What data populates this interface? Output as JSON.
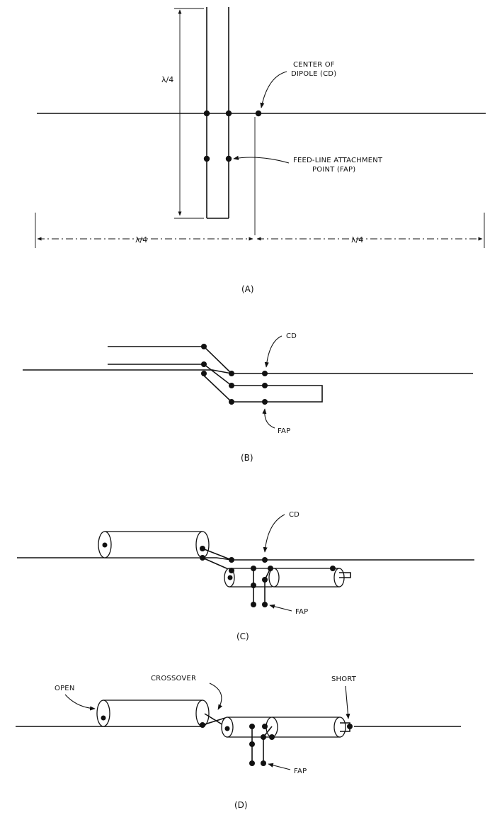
{
  "panels": {
    "a": {
      "caption": "(A)",
      "center_label_line1": "CENTER OF",
      "center_label_line2": "DIPOLE (CD)",
      "fap_label_line1": "FEED-LINE ATTACHMENT",
      "fap_label_line2": "POINT (FAP)",
      "lambda_vertical": "λ/4",
      "lambda_left": "λ/4",
      "lambda_right": "λ/4"
    },
    "b": {
      "caption": "(B)",
      "cd_label": "CD",
      "fap_label": "FAP"
    },
    "c": {
      "caption": "(C)",
      "cd_label": "CD",
      "fap_label": "FAP"
    },
    "d": {
      "caption": "(D)",
      "open_label": "OPEN",
      "crossover_label": "CROSSOVER",
      "short_label": "SHORT",
      "fap_label": "FAP"
    }
  },
  "colors": {
    "ink": "#111111",
    "paper": "#ffffff"
  }
}
